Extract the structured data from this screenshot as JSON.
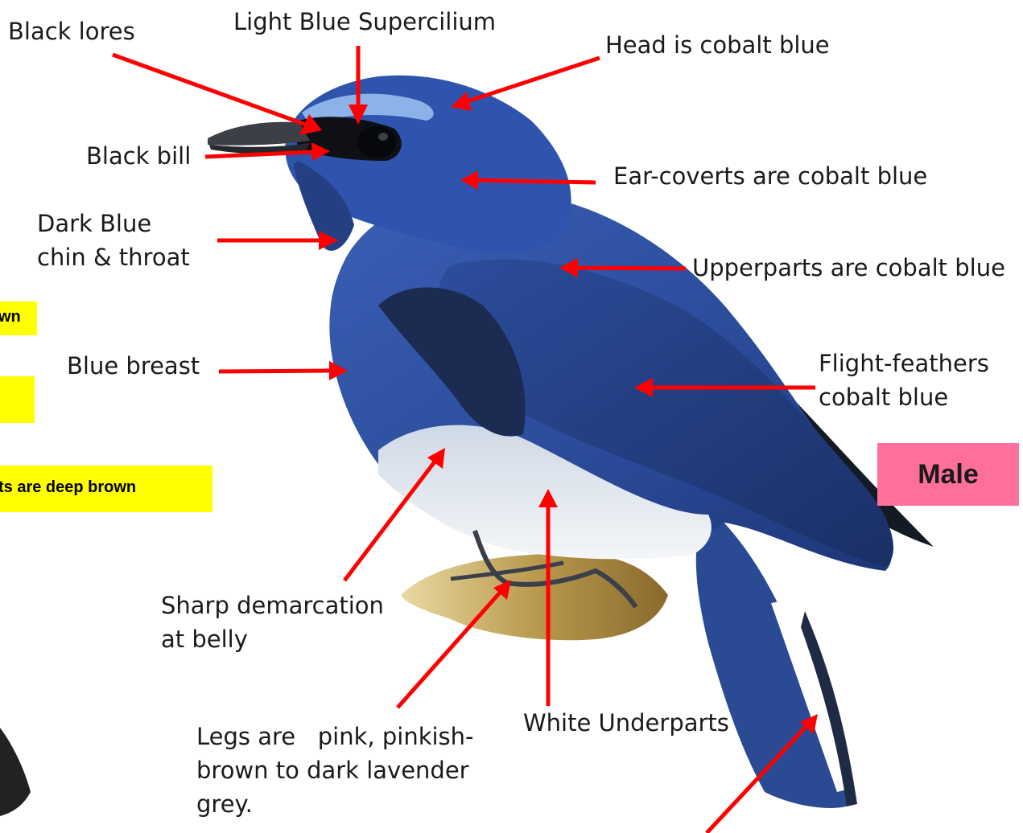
{
  "labels": {
    "black_lores": "Black lores",
    "light_blue_supercilium": "Light Blue Supercilium",
    "head": "Head is cobalt blue",
    "black_bill": "Black bill",
    "ear_coverts": "Ear-coverts are cobalt blue",
    "chin_line1": "Dark Blue",
    "chin_line2": "chin & throat",
    "upperparts": "Upperparts are cobalt blue",
    "blue_breast": "Blue breast",
    "flight_line1": "Flight-feathers",
    "flight_line2": "cobalt blue",
    "demarcation_line1": "Sharp demarcation",
    "demarcation_line2": "at belly",
    "underparts": "White Underparts",
    "legs_line1": "Legs are   pink, pinkish-",
    "legs_line2": "brown to dark lavender",
    "legs_line3": "grey."
  },
  "side_notes": {
    "note1": "wn",
    "note3": "ts are deep brown"
  },
  "badge": {
    "male": "Male"
  },
  "colors": {
    "arrow": "#ff0000",
    "highlight": "#ffff00",
    "badge": "#ff6f9c",
    "bird_blue": "#2e4f9e",
    "bird_white": "#e8edf2"
  }
}
